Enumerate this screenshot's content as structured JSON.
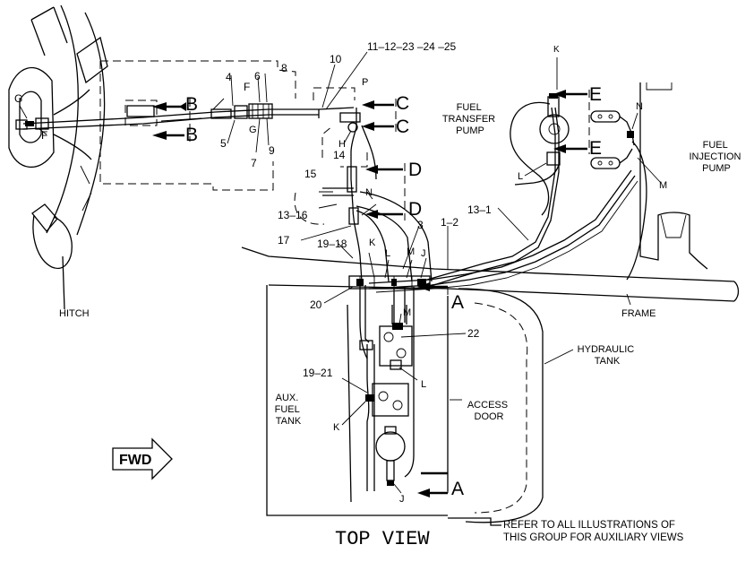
{
  "callouts": {
    "c_11_12_23_24_25": "11–12–23 –24 –25",
    "c_10": "10",
    "c_8": "8",
    "c_6": "6",
    "c_4": "4",
    "c_5": "5",
    "c_7": "7",
    "c_9": "9",
    "c_14": "14",
    "c_15": "15",
    "c_13_16": "13–16",
    "c_17": "17",
    "c_19_18": "19–18",
    "c_3": "3",
    "c_1_2": "1–2",
    "c_13_1": "13–1",
    "c_20": "20",
    "c_22": "22",
    "c_19_21": "19–21"
  },
  "letters": {
    "g_left": "G",
    "f_left": "F",
    "f_mid": "F",
    "g_mid": "G",
    "p": "P",
    "h": "H",
    "n_mid": "N",
    "k_top": "K",
    "l_right": "L",
    "n_right": "N",
    "m_right": "M",
    "k_low": "K",
    "l_low": "L",
    "m_low": "M",
    "j_low": "J",
    "m_tank": "M",
    "l_tank": "L",
    "k_tank": "K",
    "j_tank": "J"
  },
  "sections": {
    "b1": "B",
    "b2": "B",
    "c1": "C",
    "c2": "C",
    "d1": "D",
    "d2": "D",
    "e1": "E",
    "e2": "E",
    "a1": "A",
    "a2": "A"
  },
  "labels": {
    "fuel_transfer_pump": [
      "FUEL",
      "TRANSFER",
      "PUMP"
    ],
    "fuel_injection_pump": [
      "FUEL",
      "INJECTION",
      "PUMP"
    ],
    "hitch": "HITCH",
    "frame": "FRAME",
    "hydraulic_tank": [
      "HYDRAULIC",
      "TANK"
    ],
    "aux_fuel_tank": [
      "AUX.",
      "FUEL",
      "TANK"
    ],
    "access_door": [
      "ACCESS",
      "DOOR"
    ],
    "fwd": "FWD",
    "view_title": "TOP VIEW",
    "note": [
      "REFER TO ALL ILLUSTRATIONS OF",
      "THIS GROUP FOR AUXILIARY VIEWS"
    ]
  }
}
